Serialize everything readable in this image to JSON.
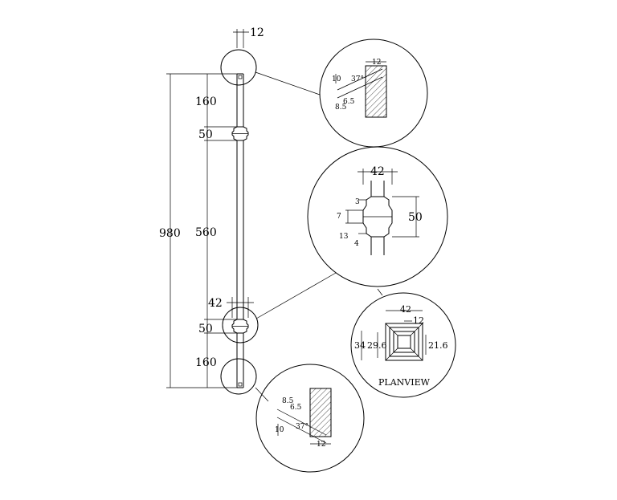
{
  "drawing": {
    "main": {
      "top_width": "12",
      "total_height": "980",
      "top_segment": "160",
      "upper_collar": "50",
      "middle_segment": "560",
      "lower_collar": "50",
      "bottom_segment": "160",
      "collar_width": "42"
    },
    "detail_top": {
      "width": "12",
      "d10": "10",
      "angle": "37°",
      "d65": "6.5",
      "d85": "8.5"
    },
    "detail_collar": {
      "width": "42",
      "height": "50",
      "d3": "3",
      "d7": "7",
      "d13": "13",
      "d4": "4"
    },
    "planview": {
      "title": "PLANVIEW",
      "outer": "42",
      "inner": "12",
      "d34": "34",
      "d296": "29.6",
      "d216": "21.6"
    },
    "detail_bottom": {
      "width": "12",
      "d10": "10",
      "angle": "37°",
      "d65": "6.5",
      "d85": "8.5"
    }
  }
}
